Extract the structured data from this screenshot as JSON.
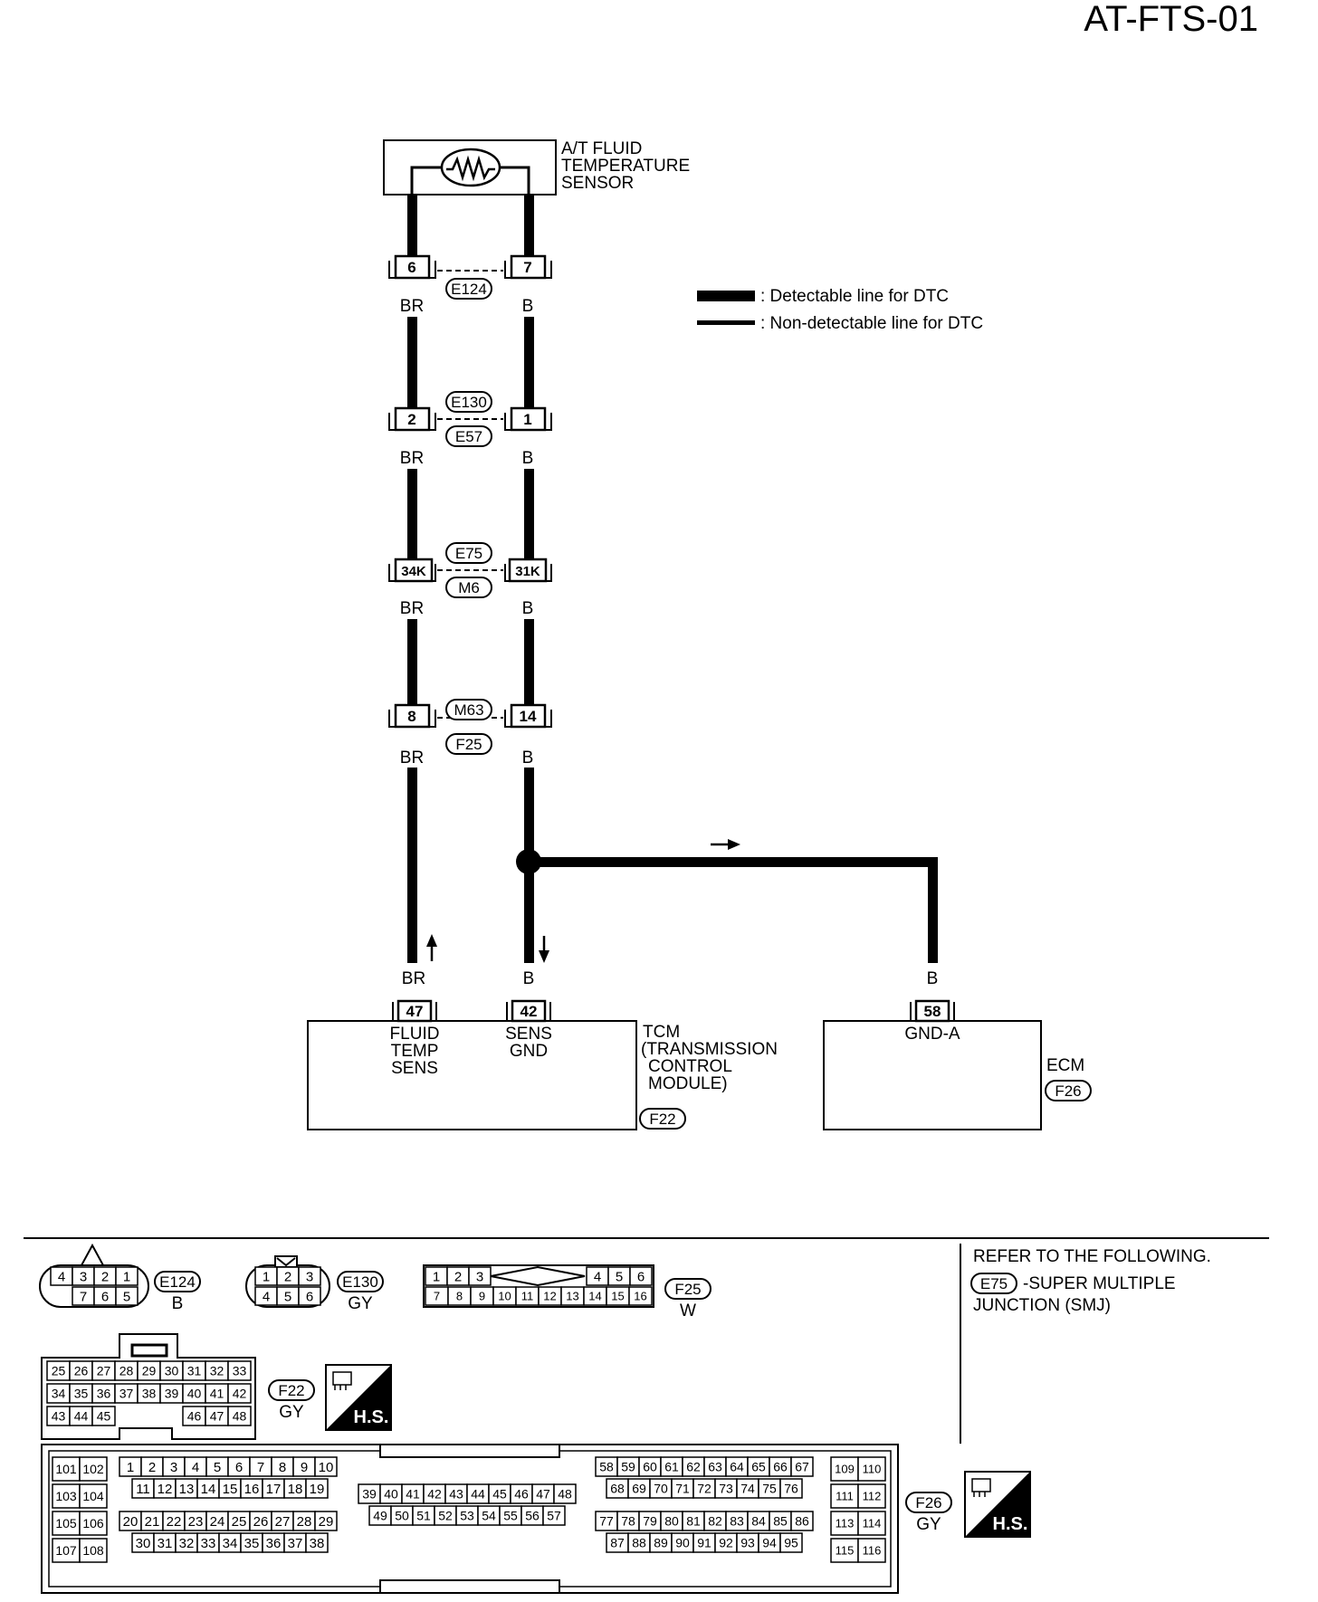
{
  "title": "AT-FTS-01",
  "sensor": {
    "name_lines": [
      "A/T FLUID",
      "TEMPERATURE",
      "SENSOR"
    ]
  },
  "legend": {
    "detectable": ": Detectable line for DTC",
    "non_detectable": ": Non-detectable line for DTC"
  },
  "connectors": [
    {
      "left_pin": "6",
      "right_pin": "7",
      "ovals": [
        "E124"
      ],
      "left_color": "BR",
      "right_color": "B"
    },
    {
      "left_pin": "2",
      "right_pin": "1",
      "ovals": [
        "E130",
        "E57"
      ],
      "left_color": "BR",
      "right_color": "B"
    },
    {
      "left_pin": "34K",
      "right_pin": "31K",
      "ovals": [
        "E75",
        "M6"
      ],
      "left_color": "BR",
      "right_color": "B"
    },
    {
      "left_pin": "8",
      "right_pin": "14",
      "ovals": [
        "M63",
        "F25"
      ],
      "left_color": "BR",
      "right_color": "B"
    }
  ],
  "tcm": {
    "pin_left": "47",
    "pin_right": "42",
    "color_left": "BR",
    "color_right": "B",
    "label_left": [
      "FLUID",
      "TEMP",
      "SENS"
    ],
    "label_right": [
      "SENS",
      "GND"
    ],
    "name_lines": [
      "TCM",
      "(TRANSMISSION",
      "CONTROL",
      "MODULE)"
    ],
    "connector": "F22"
  },
  "ecm": {
    "pin": "58",
    "color": "B",
    "label": "GND-A",
    "name": "ECM",
    "connector": "F26"
  },
  "refer": {
    "line1": "REFER TO THE FOLLOWING.",
    "oval": "E75",
    "line2": "-SUPER MULTIPLE",
    "line3": "JUNCTION (SMJ)"
  },
  "connector_views": {
    "e124": {
      "id": "E124",
      "color": "B",
      "top": [
        "4",
        "3",
        "2",
        "1"
      ],
      "bottom": [
        "7",
        "6",
        "5"
      ]
    },
    "e130": {
      "id": "E130",
      "color": "GY",
      "top": [
        "1",
        "2",
        "3"
      ],
      "bottom": [
        "4",
        "5",
        "6"
      ]
    },
    "f25": {
      "id": "F25",
      "color": "W",
      "top_left": [
        "1",
        "2",
        "3"
      ],
      "top_right": [
        "4",
        "5",
        "6"
      ],
      "bottom": [
        "7",
        "8",
        "9",
        "10",
        "11",
        "12",
        "13",
        "14",
        "15",
        "16"
      ]
    },
    "f22": {
      "id": "F22",
      "color": "GY",
      "hs": "H.S.",
      "row1": [
        "25",
        "26",
        "27",
        "28",
        "29",
        "30",
        "31",
        "32",
        "33"
      ],
      "row2": [
        "34",
        "35",
        "36",
        "37",
        "38",
        "39",
        "40",
        "41",
        "42"
      ],
      "row3_left": [
        "43",
        "44",
        "45"
      ],
      "row3_right": [
        "46",
        "47",
        "48"
      ]
    },
    "f26": {
      "id": "F26",
      "color": "GY",
      "hs": "H.S.",
      "g1": [
        [
          "101",
          "102"
        ],
        [
          "103",
          "104"
        ],
        [
          "105",
          "106"
        ],
        [
          "107",
          "108"
        ]
      ],
      "g2a": [
        "1",
        "2",
        "3",
        "4",
        "5",
        "6",
        "7",
        "8",
        "9",
        "10"
      ],
      "g2b": [
        "11",
        "12",
        "13",
        "14",
        "15",
        "16",
        "17",
        "18",
        "19"
      ],
      "g2c": [
        "20",
        "21",
        "22",
        "23",
        "24",
        "25",
        "26",
        "27",
        "28",
        "29"
      ],
      "g2d": [
        "30",
        "31",
        "32",
        "33",
        "34",
        "35",
        "36",
        "37",
        "38"
      ],
      "g3a": [
        "39",
        "40",
        "41",
        "42",
        "43",
        "44",
        "45",
        "46",
        "47",
        "48"
      ],
      "g3b": [
        "49",
        "50",
        "51",
        "52",
        "53",
        "54",
        "55",
        "56",
        "57"
      ],
      "g4a": [
        "58",
        "59",
        "60",
        "61",
        "62",
        "63",
        "64",
        "65",
        "66",
        "67"
      ],
      "g4b": [
        "68",
        "69",
        "70",
        "71",
        "72",
        "73",
        "74",
        "75",
        "76"
      ],
      "g4c": [
        "77",
        "78",
        "79",
        "80",
        "81",
        "82",
        "83",
        "84",
        "85",
        "86"
      ],
      "g4d": [
        "87",
        "88",
        "89",
        "90",
        "91",
        "92",
        "93",
        "94",
        "95"
      ],
      "g5": [
        [
          "109",
          "110"
        ],
        [
          "111",
          "112"
        ],
        [
          "113",
          "114"
        ],
        [
          "115",
          "116"
        ]
      ]
    }
  }
}
